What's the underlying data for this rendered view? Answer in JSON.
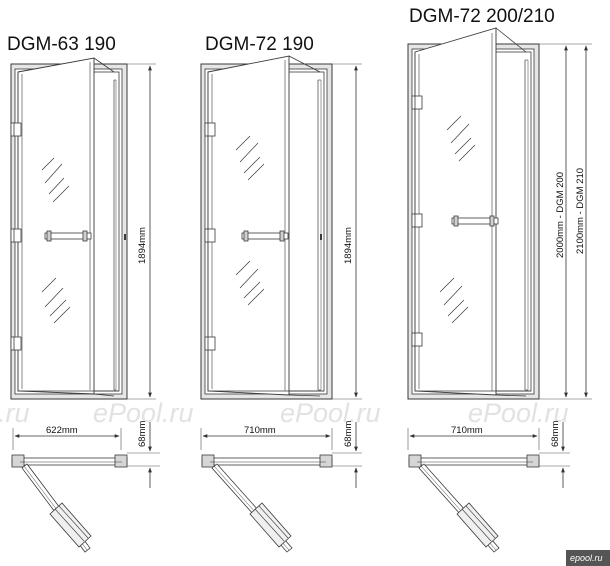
{
  "doors": [
    {
      "title": "DGM-63 190",
      "width_label": "622mm",
      "depth_label": "68mm",
      "height_label": "1894mm"
    },
    {
      "title": "DGM-72 190",
      "width_label": "710mm",
      "depth_label": "68mm",
      "height_label": "1894mm"
    },
    {
      "title": "DGM-72 200/210",
      "width_label": "710mm",
      "depth_label": "68mm",
      "height_label_a": "2000mm - DGM 200",
      "height_label_b": "2100mm - DGM 210"
    }
  ],
  "watermark": {
    "text": "ePool.ru",
    "partial": ".ru"
  },
  "brand_badge": "epool.ru",
  "colors": {
    "line": "#3a3a3a",
    "frame_fill": "#e6e6e6",
    "glass_fill": "#ffffff",
    "watermark": "#e2e2e2",
    "badge": "#555555"
  }
}
